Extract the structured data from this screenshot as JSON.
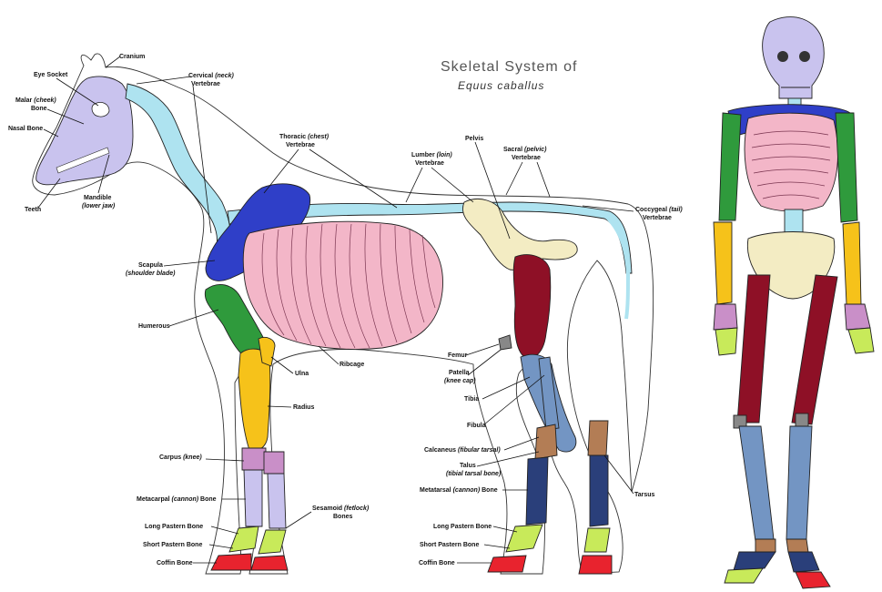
{
  "title": {
    "line1": "Skeletal System of",
    "line2": "Equus caballus"
  },
  "colors": {
    "skull": "#c9c3ee",
    "cervical": "#aee3f0",
    "scapula": "#2f3fc8",
    "ribs": "#f3b6c8",
    "humerus": "#2f9a3c",
    "forelimb": "#f6c21a",
    "carpus": "#c98fc8",
    "metacarpal": "#c9c3ee",
    "pastern": "#c8ea5a",
    "coffin": "#e8232e",
    "pelvis": "#f3ecc3",
    "femur": "#8e1026",
    "tibia": "#7395c3",
    "hock": "#b37d55",
    "metatarsal": "#2a3f7a",
    "patella": "#888888"
  },
  "labels": {
    "cranium": "Cranium",
    "eye_socket": "Eye Socket",
    "malar_1": "Malar",
    "malar_it": "(cheek)",
    "malar_2": "Bone",
    "nasal": "Nasal Bone",
    "teeth": "Teeth",
    "mandible_1": "Mandible",
    "mandible_2": "(lower jaw)",
    "cervical_1": "Cervical",
    "cervical_it": "(neck)",
    "cervical_2": "Vertebrae",
    "thoracic_1": "Thoracic",
    "thoracic_it": "(chest)",
    "thoracic_2": "Vertebrae",
    "lumbar_1": "Lumber",
    "lumbar_it": "(loin)",
    "lumbar_2": "Vertebrae",
    "pelvis": "Pelvis",
    "sacral_1": "Sacral",
    "sacral_it": "(pelvic)",
    "sacral_2": "Vertebrae",
    "coccygeal_1": "Coccygeal",
    "coccygeal_it": "(tail)",
    "coccygeal_2": "Vertebrae",
    "scapula_1": "Scapula",
    "scapula_2": "(shoulder blade)",
    "humerous": "Humerous",
    "ulna": "Ulna",
    "ribcage": "Ribcage",
    "radius": "Radius",
    "carpus_1": "Carpus",
    "carpus_it": "(knee)",
    "metacarpal_1": "Metacarpal",
    "metacarpal_it": "(cannon)",
    "metacarpal_2": "Bone",
    "sesamoid_1": "Sesamoid",
    "sesamoid_it": "(fetlock)",
    "sesamoid_2": "Bones",
    "long_pastern_f": "Long Pastern Bone",
    "short_pastern_f": "Short Pastern Bone",
    "coffin_f": "Coffin Bone",
    "femur": "Femur",
    "patella_1": "Patella",
    "patella_2": "(knee cap)",
    "tibia": "Tibia",
    "fibula": "Fibula",
    "calcaneus_1": "Calcaneus",
    "calcaneus_it": "(fibular tarsal)",
    "talus_1": "Talus",
    "talus_2": "(tibial tarsal bone)",
    "metatarsal_1": "Metatarsal",
    "metatarsal_it": "(cannon)",
    "metatarsal_2": "Bone",
    "tarsus": "Tarsus",
    "long_pastern_h": "Long Pastern Bone",
    "short_pastern_h": "Short Pastern Bone",
    "coffin_h": "Coffin Bone"
  }
}
